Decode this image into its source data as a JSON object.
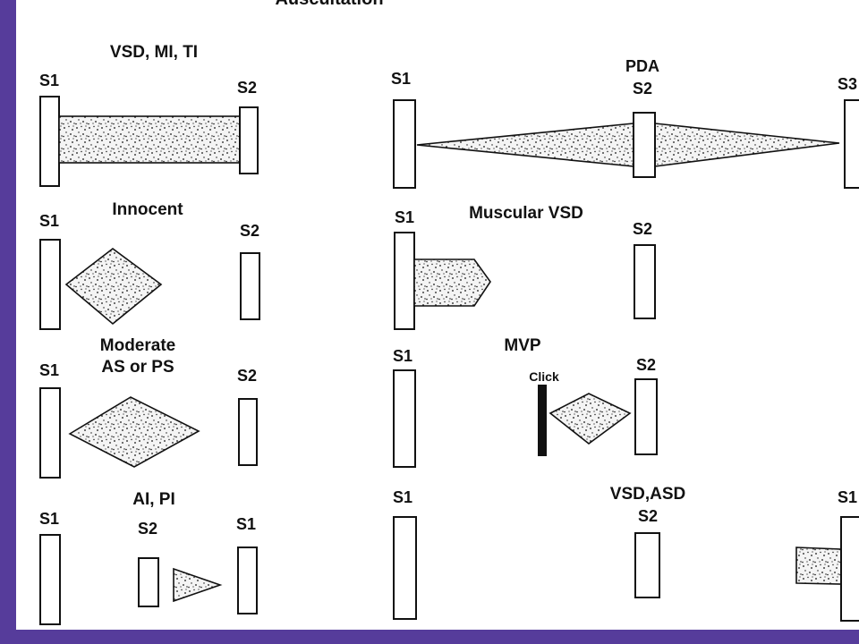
{
  "title": "Auscultation",
  "panels": {
    "vsd_mi_ti": {
      "heading": "VSD, MI, TI",
      "s1": "S1",
      "s2": "S2"
    },
    "pda": {
      "heading": "PDA",
      "s1": "S1",
      "s2": "S2",
      "s3": "S3"
    },
    "innocent": {
      "heading": "Innocent",
      "s1": "S1",
      "s2": "S2"
    },
    "muscular_vsd": {
      "heading": "Muscular VSD",
      "s1": "S1",
      "s2": "S2"
    },
    "moderate_as_ps": {
      "heading_line1": "Moderate",
      "heading_line2": "AS or PS",
      "s1": "S1",
      "s2": "S2"
    },
    "mvp": {
      "heading": "MVP",
      "s1": "S1",
      "s2": "S2",
      "click": "Click"
    },
    "ai_pi": {
      "heading": "AI, PI",
      "s1": "S1",
      "s2": "S2",
      "s1_second": "S1"
    },
    "vsd_asd": {
      "heading": "VSD,ASD",
      "s1": "S1",
      "s2": "S2",
      "s1_right": "S1"
    }
  },
  "colors": {
    "frame": "#563c9b",
    "background": "#ffffff",
    "ink": "#111111"
  }
}
